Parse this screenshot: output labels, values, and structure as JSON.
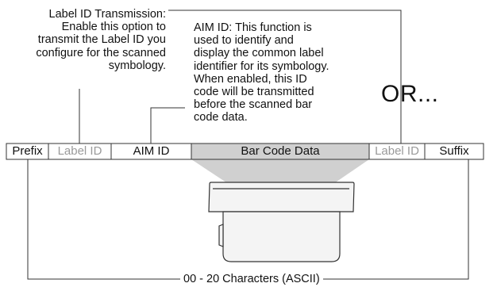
{
  "label_id_note": {
    "title": "Label ID Transmission:",
    "lines": [
      "Enable this option to",
      "transmit the Label ID you",
      "configure for the scanned",
      "symbology."
    ]
  },
  "aim_id_note": {
    "lines": [
      "AIM ID: This function is",
      "used to identify and",
      "display the common label",
      "identifier for its symbology.",
      "When enabled, this ID",
      "code will be transmitted",
      "before the scanned bar",
      "code data."
    ]
  },
  "or_text": "OR...",
  "segments": [
    {
      "label": "Prefix",
      "color": "#111111"
    },
    {
      "label": "Label ID",
      "color": "#9a9a9a"
    },
    {
      "label": "AIM ID",
      "color": "#111111"
    },
    {
      "label": "Bar Code Data",
      "color": "#111111"
    },
    {
      "label": "Label ID",
      "color": "#9a9a9a"
    },
    {
      "label": "Suffix",
      "color": "#111111"
    }
  ],
  "range_label": "00 - 20 Characters (ASCII)",
  "colors": {
    "line": "#333333",
    "beam": "#d0d0d0",
    "scanner_fill": "#f4f4f4"
  }
}
